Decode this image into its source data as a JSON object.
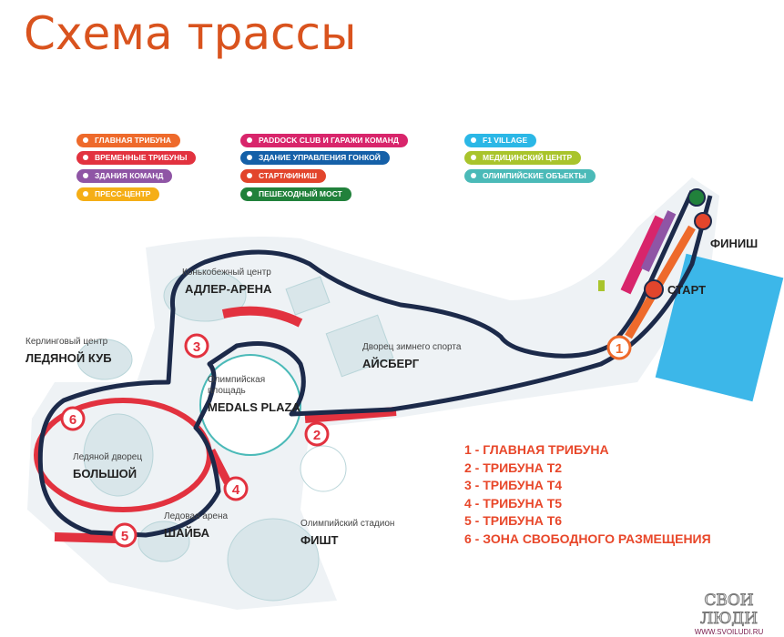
{
  "title": "Схема трассы",
  "legend": [
    {
      "label": "ГЛАВНАЯ ТРИБУНА",
      "color": "#ee6a2b"
    },
    {
      "label": "ВРЕМЕННЫЕ ТРИБУНЫ",
      "color": "#e2323f"
    },
    {
      "label": "ЗДАНИЯ КОМАНД",
      "color": "#8f55a5"
    },
    {
      "label": "ПРЕСС-ЦЕНТР",
      "color": "#f5ae16"
    },
    {
      "label": "PADDOCK CLUB И ГАРАЖИ КОМАНД",
      "color": "#d8256b"
    },
    {
      "label": "ЗДАНИЕ УПРАВЛЕНИЯ ГОНКОЙ",
      "color": "#1560a8"
    },
    {
      "label": "СТАРТ/ФИНИШ",
      "color": "#e2452c"
    },
    {
      "label": "ПЕШЕХОДНЫЙ МОСТ",
      "color": "#21813b"
    },
    {
      "label": "F1 VILLAGE",
      "color": "#2bb7e6"
    },
    {
      "label": "МЕДИЦИНСКИЙ ЦЕНТР",
      "color": "#a9c42c"
    },
    {
      "label": "ОЛИМПИЙСКИЕ ОБЪЕКТЫ",
      "color": "#4bbab8"
    }
  ],
  "map": {
    "adler_small": "Конькобежный центр",
    "adler": "АДЛЕР-АРЕНА",
    "ice_small": "Керлинговый центр",
    "ice": "ЛЕДЯНОЙ КУБ",
    "iceberg_small": "Дворец зимнего спорта",
    "iceberg": "АЙСБЕРГ",
    "plaza_small1": "Олимпийская",
    "plaza_small2": "площадь",
    "plaza": "MEDALS PLAZA",
    "bolshoy_small": "Ледяной дворец",
    "bolshoy": "БОЛЬШОЙ",
    "shayba_small": "Ледовая арена",
    "shayba": "ШАЙБА",
    "fisht_small": "Олимпийский стадион",
    "fisht": "ФИШТ",
    "finish": "ФИНИШ",
    "start": "СТАРТ",
    "markers": [
      "1",
      "2",
      "3",
      "4",
      "5",
      "6"
    ]
  },
  "stands": [
    "1 - ГЛАВНАЯ ТРИБУНА",
    "2 - ТРИБУНА Т2",
    "3 - ТРИБУНА Т4",
    "4 - ТРИБУНА Т5",
    "5 - ТРИБУНА Т6",
    "6 - ЗОНА СВОБОДНОГО РАЗМЕЩЕНИЯ"
  ],
  "watermark": {
    "name": "СВОИ ЛЮДИ",
    "url": "WWW.SVOILUDI.RU"
  }
}
